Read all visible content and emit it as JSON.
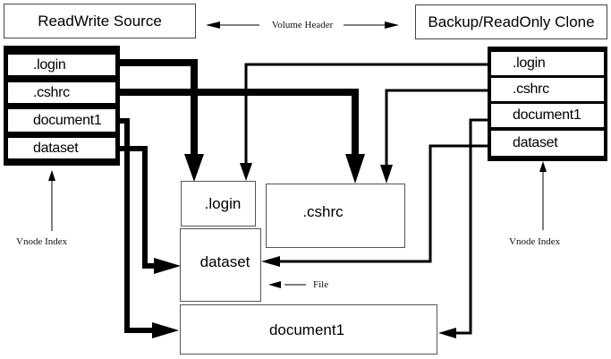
{
  "headers": {
    "left": "ReadWrite Source",
    "right": "Backup/ReadOnly Clone",
    "middle": "Volume Header"
  },
  "left_vnode_index": {
    "rows": [
      ".login",
      ".cshrc",
      "document1",
      "dataset"
    ],
    "label": "Vnode Index"
  },
  "right_vnode_index": {
    "rows": [
      ".login",
      ".cshrc",
      "document1",
      "dataset"
    ],
    "label": "Vnode Index"
  },
  "files": {
    "login": ".login",
    "cshrc": ".cshrc",
    "dataset": "dataset",
    "document1": "document1"
  },
  "file_label": "File",
  "colors": {
    "line": "#000000",
    "box_border": "#555555",
    "background": "#ffffff"
  }
}
